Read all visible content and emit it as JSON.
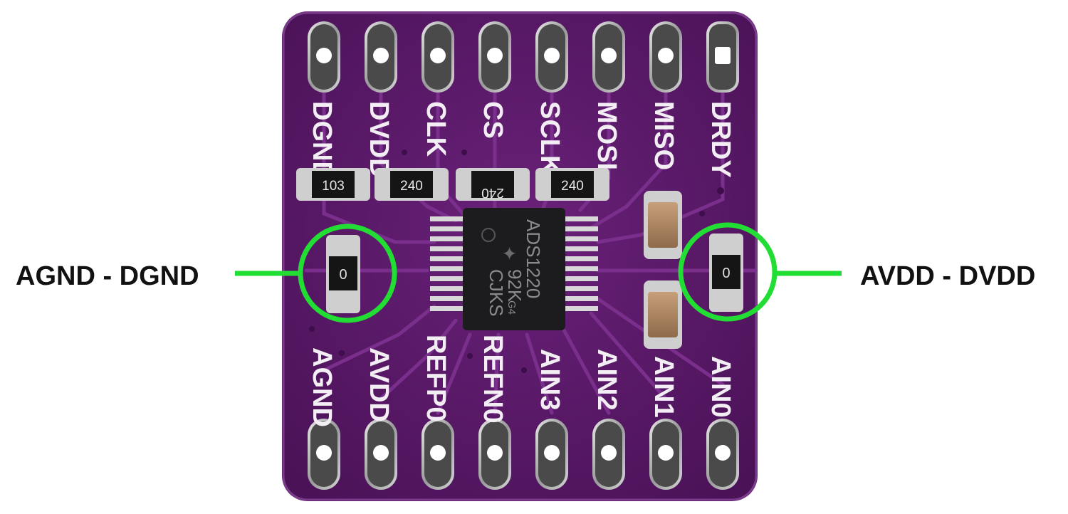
{
  "callouts": {
    "left_label": "AGND - DGND",
    "right_label": "AVDD - DVDD",
    "ring_color": "#22dd33"
  },
  "board": {
    "pcb_color": "#5e1a6e",
    "top_pins": [
      "DGND",
      "DVDD",
      "CLK",
      "CS",
      "SCLK",
      "MOSI",
      "MISO",
      "DRDY"
    ],
    "bottom_pins": [
      "AGND",
      "AVDD",
      "REFP0",
      "REFN0",
      "AIN3",
      "AIN2",
      "AIN1",
      "AIN0"
    ],
    "resistors": [
      "103",
      "240",
      "240",
      "240"
    ],
    "jumper_marking": "0",
    "chip": {
      "line1": "ADS1220",
      "line2": "92K",
      "line2_suffix": "G4",
      "line3": "CJKS"
    }
  }
}
